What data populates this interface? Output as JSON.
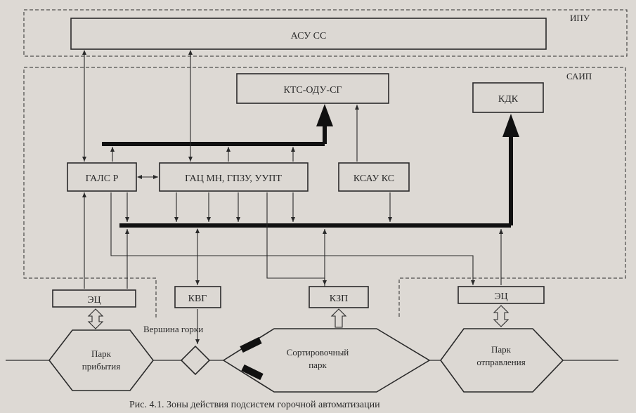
{
  "zones": {
    "ipu": "ИПУ",
    "saip": "САИП"
  },
  "blocks": {
    "asu_ss": "АСУ СС",
    "kts_odu_sg": "КТС-ОДУ-СГ",
    "kdk": "КДК",
    "gals_r": "ГАЛС Р",
    "gats": "ГАЦ МН, ГПЗУ, УУПТ",
    "ksau_ks": "КСАУ КС",
    "ets_left": "ЭЦ",
    "kvg": "КВГ",
    "kzp": "КЗП",
    "ets_right": "ЭЦ"
  },
  "yards": {
    "arrival_line1": "Парк",
    "arrival_line2": "прибытия",
    "sorting_line1": "Сортировочный",
    "sorting_line2": "парк",
    "departure_line1": "Парк",
    "departure_line2": "отправления",
    "hump": "Вершина горки"
  },
  "caption": "Рис. 4.1. Зоны действия подсистем горочной автоматизации",
  "colors": {
    "background": "#ddd9d4",
    "box_fill": "#dcd8d3",
    "ink": "#2a2a2a"
  }
}
